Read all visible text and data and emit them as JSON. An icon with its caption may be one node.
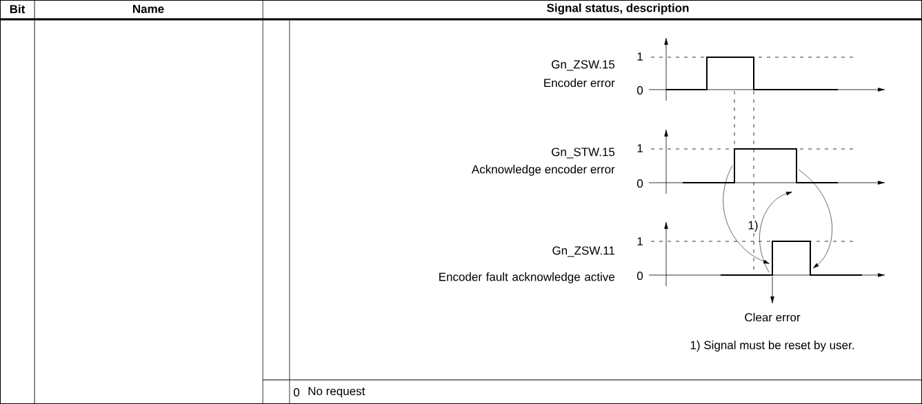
{
  "diagram": {
    "labels": [
      "Bit",
      "Name",
      "Signal status, description",
      "Gn_ZSW.15",
      "Encoder error",
      "1",
      "0",
      "Gn_STW.15",
      "Acknowledge encoder error",
      "1",
      "0",
      "Gn_ZSW.11",
      "Encoder fault acknowledge active",
      "1",
      "0",
      "1)",
      "Clear error",
      "1) Signal must be reset by user.",
      "0",
      "No request"
    ]
  }
}
